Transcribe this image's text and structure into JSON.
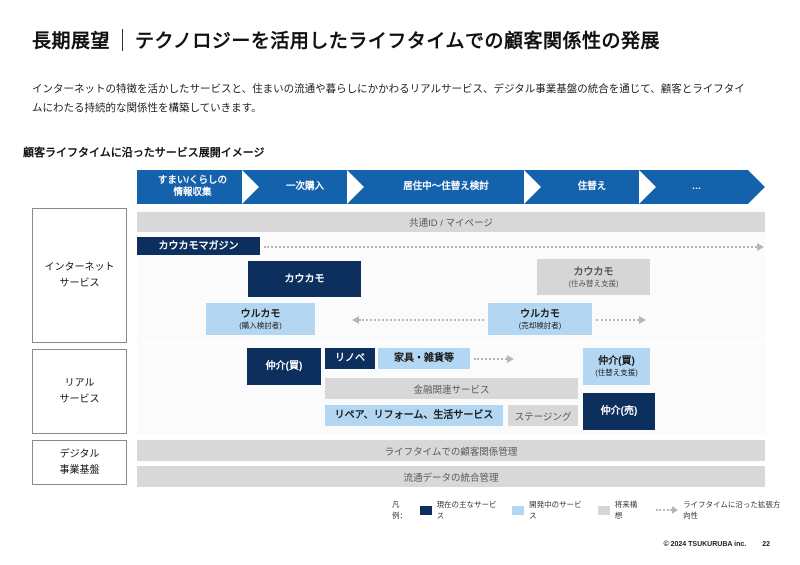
{
  "header": {
    "title_left": "長期展望",
    "title_right": "テクノロジーを活用したライフタイムでの顧客関係性の発展",
    "lead": "インターネットの特徴を活かしたサービスと、住まいの流通や暮らしにかかわるリアルサービス、デジタル事業基盤の統合を通じて、顧客とライフタイムにわたる持続的な関係性を構築していきます。",
    "section_label": "顧客ライフタイムに沿ったサービス展開イメージ"
  },
  "phases": [
    {
      "label": "すまい/くらしの\n情報収集",
      "line1": "すまい/くらしの",
      "line2": "情報収集"
    },
    {
      "label": "一次購入",
      "line1": "一次購入",
      "line2": ""
    },
    {
      "label": "居住中〜住替え検討",
      "line1": "居住中〜住替え検討",
      "line2": ""
    },
    {
      "label": "住替え",
      "line1": "住替え",
      "line2": ""
    },
    {
      "label": "…",
      "line1": "…",
      "line2": ""
    }
  ],
  "rows": [
    {
      "id": "internet",
      "line1": "インターネット",
      "line2": "サービス"
    },
    {
      "id": "real",
      "line1": "リアル",
      "line2": "サービス"
    },
    {
      "id": "digital",
      "line1": "デジタル",
      "line2": "事業基盤"
    }
  ],
  "internet": {
    "common_id_bar": "共通ID / マイページ",
    "magazine": "カウカモマガジン",
    "kaukamo": "カウカモ",
    "kaukamo_move": {
      "main": "カウカモ",
      "sub": "(住み替え支援)"
    },
    "urukamo_buy": {
      "main": "ウルカモ",
      "sub": "(購入検討者)"
    },
    "urukamo_sell": {
      "main": "ウルカモ",
      "sub": "(売却検討者)"
    }
  },
  "real": {
    "chukai_buy": "仲介(買)",
    "renove": "リノベ",
    "furniture": "家具・雑貨等",
    "finance_bar": "金融関連サービス",
    "repair_bar": "リペア、リフォーム、生活サービス",
    "staging": "ステージング",
    "chukai_buy_move": {
      "main": "仲介(買)",
      "sub": "(住替え支援)"
    },
    "chukai_sell": "仲介(売)"
  },
  "digital": {
    "bar1": "ライフタイムでの顧客関係管理",
    "bar2": "流通データの統合管理"
  },
  "legend": {
    "label": "凡例：",
    "items": [
      {
        "swatch": "navy",
        "text": "現在の主なサービス"
      },
      {
        "swatch": "lblue",
        "text": "開発中のサービス"
      },
      {
        "swatch": "gray",
        "text": "将来構想"
      },
      {
        "swatch": "arrow",
        "text": "ライフタイムに沿った拡張方向性"
      }
    ]
  },
  "footer": {
    "copyright": "© 2024 TSUKURUBA inc.",
    "page": "22"
  },
  "colors": {
    "navy": "#0c2f5e",
    "phase_blue": "#1462ac",
    "light_blue": "#b3d7f2",
    "gray": "#d6d6d6"
  }
}
